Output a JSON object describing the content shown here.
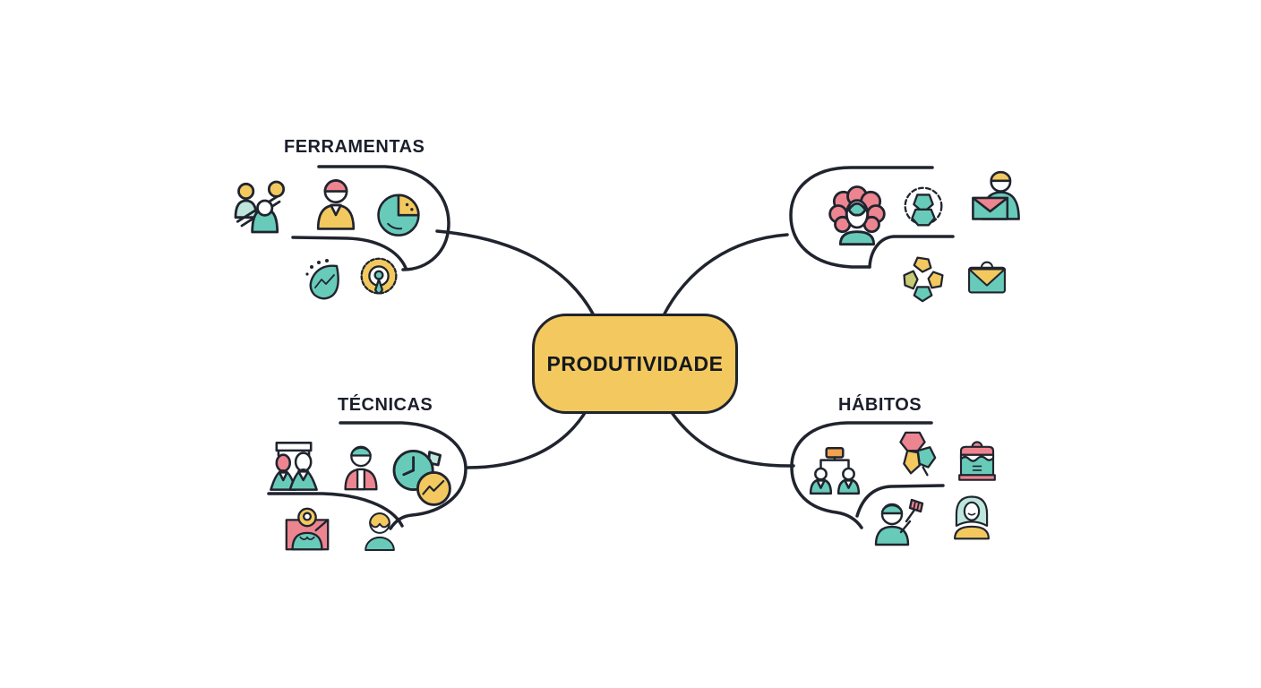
{
  "diagram": {
    "type": "mindmap",
    "center": {
      "title": "PRODUTIVIDADE"
    },
    "branches": [
      {
        "id": "ferramentas",
        "label": "FERRAMENTAS",
        "position": "top-left",
        "icons": [
          "collaboration-people-icon",
          "person-speaker-icon",
          "pie-chart-icon",
          "growth-sprout-icon",
          "target-badge-icon"
        ]
      },
      {
        "id": "top-right",
        "label": "",
        "position": "top-right",
        "icons": [
          "curly-hair-woman-icon",
          "mind-gear-icon",
          "person-with-envelope-icon",
          "pinwheel-shapes-icon",
          "briefcase-icon"
        ]
      },
      {
        "id": "tecnicas",
        "label": "TÉCNICAS",
        "position": "bottom-left",
        "icons": [
          "people-with-banner-icon",
          "person-cap-icon",
          "clock-with-chart-icon",
          "framed-portrait-icon",
          "person-avatar-icon"
        ]
      },
      {
        "id": "habitos",
        "label": "HÁBITOS",
        "position": "bottom-right",
        "icons": [
          "org-chart-people-icon",
          "shape-cluster-icon",
          "open-briefcase-icon",
          "person-with-flag-icon",
          "hooded-person-icon"
        ]
      }
    ],
    "colors": {
      "node_fill": "#F3C95F",
      "outline": "#20242E",
      "teal": "#68CBB9",
      "teal_light": "#BFE6DC",
      "pink": "#EC8590",
      "orange": "#F0A24D",
      "olive": "#C8CA74",
      "background": "#FFFFFF"
    }
  }
}
